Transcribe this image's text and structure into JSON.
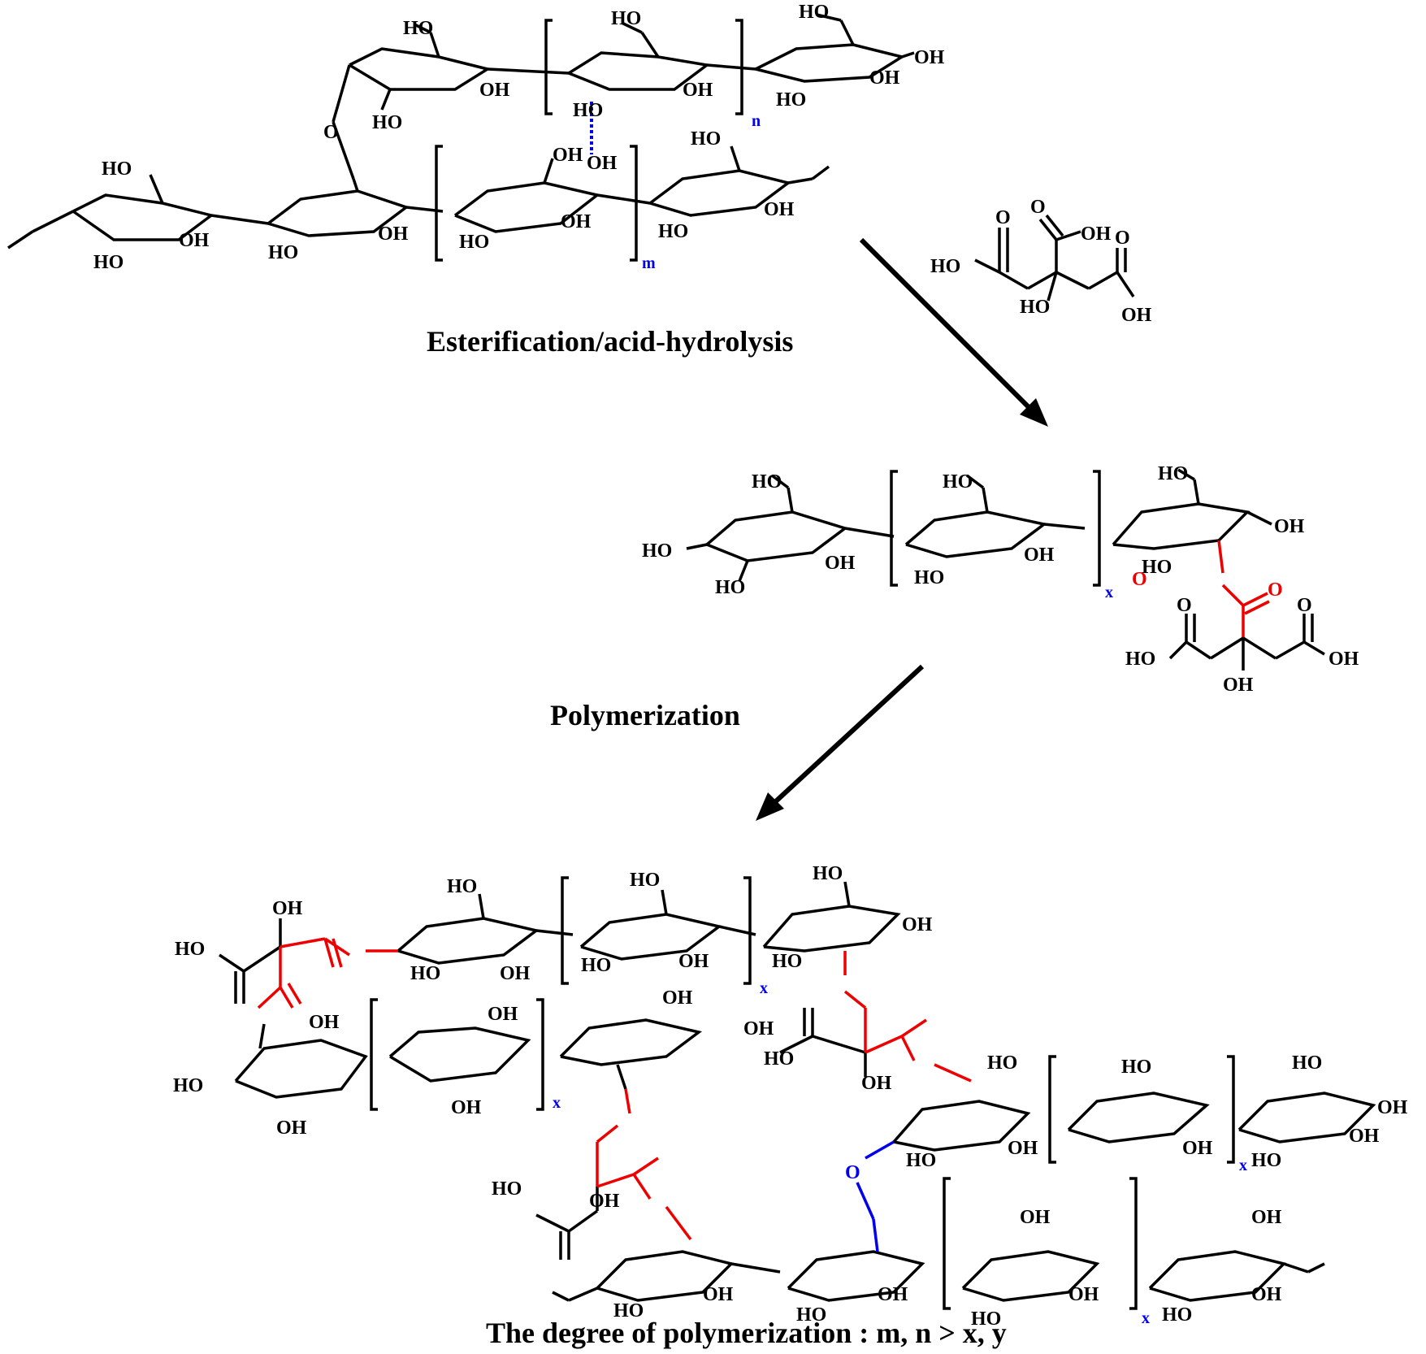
{
  "steps": {
    "step1": "Esterification/acid-hydrolysis",
    "step2": "Polymerization"
  },
  "caption": "The degree of polymerization : m, n > x, y",
  "atom_labels": {
    "hydroxyl": "OH",
    "hydroxyl_left": "HO",
    "oxygen": "O"
  },
  "subscripts": {
    "n": "n",
    "m": "m",
    "x": "x"
  },
  "colors": {
    "bond": "#000000",
    "ester_link": "#ee0000",
    "glycosidic_link": "#0000ee",
    "hydrogen_bond": "#0000ee"
  }
}
